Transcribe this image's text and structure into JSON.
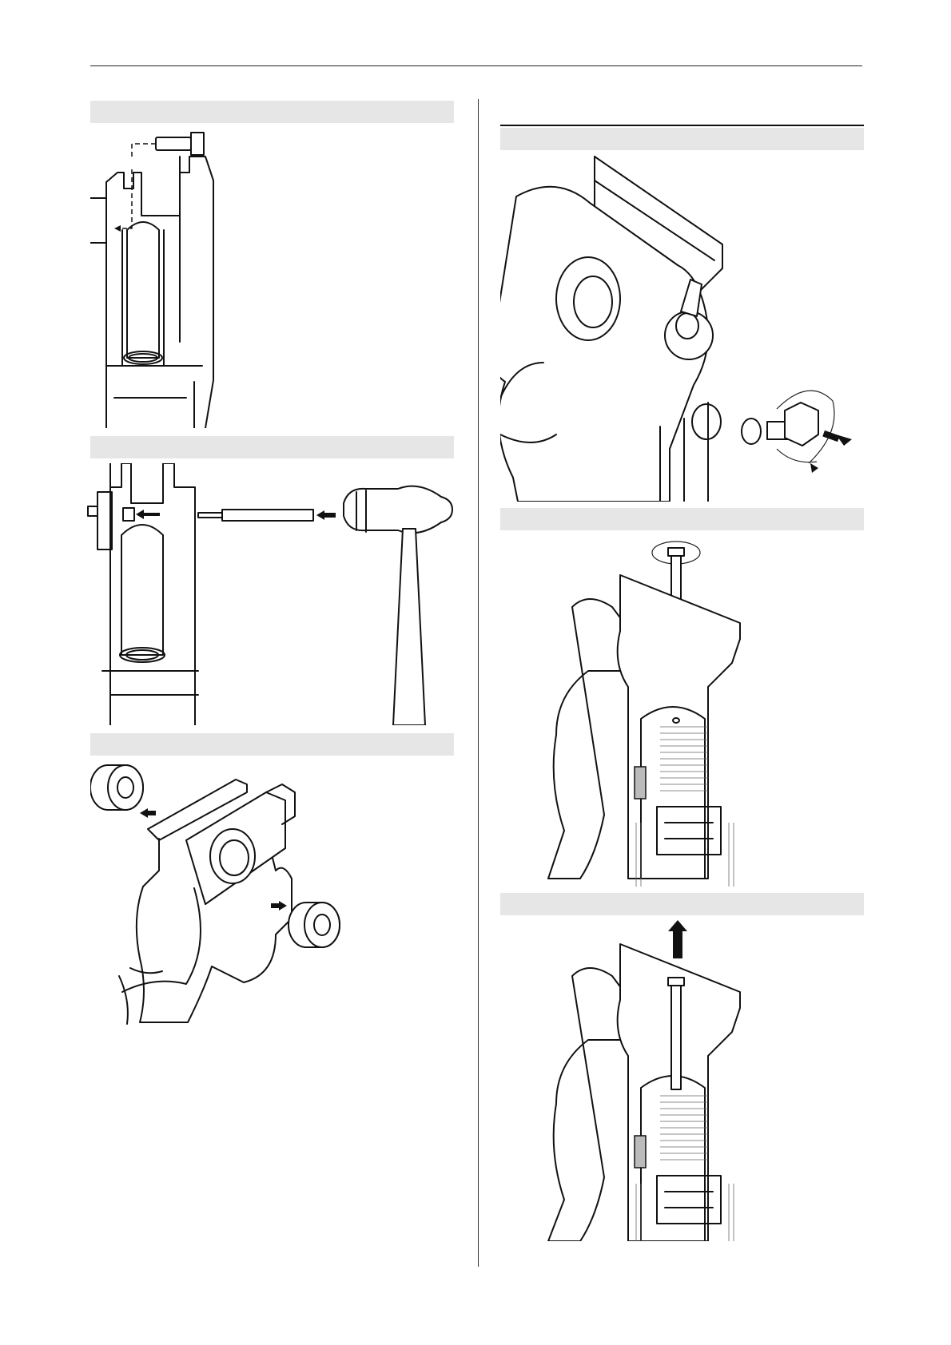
{
  "page": {
    "background": "#ffffff",
    "section_bar_color": "#e6e6e6",
    "line_color": "#111111"
  },
  "left_column": {
    "steps": [
      {
        "label": "",
        "illustration": "bolt-removal-diagram"
      },
      {
        "label": "",
        "illustration": "hammer-punch-diagram"
      },
      {
        "label": "",
        "illustration": "bushing-removal-diagram"
      }
    ]
  },
  "right_column": {
    "heading": "",
    "steps": [
      {
        "label": "",
        "illustration": "plug-removal-diagram"
      },
      {
        "label": "",
        "illustration": "threaded-rod-insert-diagram"
      },
      {
        "label": "",
        "illustration": "piston-extraction-diagram"
      }
    ]
  }
}
